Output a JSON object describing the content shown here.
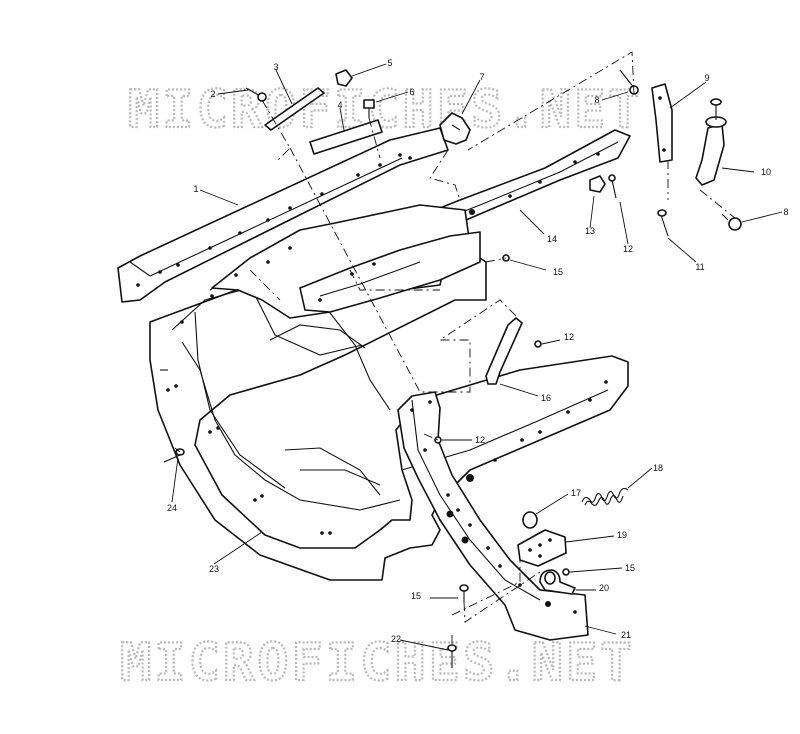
{
  "watermark": {
    "text": "MICROFICHES.NET"
  },
  "callouts": [
    {
      "id": "c1",
      "label": "1"
    },
    {
      "id": "c2",
      "label": "2"
    },
    {
      "id": "c3",
      "label": "3"
    },
    {
      "id": "c4",
      "label": "4"
    },
    {
      "id": "c5",
      "label": "5"
    },
    {
      "id": "c6",
      "label": "6"
    },
    {
      "id": "c7",
      "label": "7"
    },
    {
      "id": "c8a",
      "label": "8"
    },
    {
      "id": "c8b",
      "label": "8"
    },
    {
      "id": "c9",
      "label": "9"
    },
    {
      "id": "c10",
      "label": "10"
    },
    {
      "id": "c11",
      "label": "11"
    },
    {
      "id": "c12a",
      "label": "12"
    },
    {
      "id": "c12b",
      "label": "12"
    },
    {
      "id": "c12c",
      "label": "12"
    },
    {
      "id": "c13",
      "label": "13"
    },
    {
      "id": "c14",
      "label": "14"
    },
    {
      "id": "c15a",
      "label": "15"
    },
    {
      "id": "c15b",
      "label": "15"
    },
    {
      "id": "c15c",
      "label": "15"
    },
    {
      "id": "c16",
      "label": "16"
    },
    {
      "id": "c17",
      "label": "17"
    },
    {
      "id": "c18",
      "label": "18"
    },
    {
      "id": "c19",
      "label": "19"
    },
    {
      "id": "c20",
      "label": "20"
    },
    {
      "id": "c21",
      "label": "21"
    },
    {
      "id": "c22",
      "label": "22"
    },
    {
      "id": "c23",
      "label": "23"
    },
    {
      "id": "c24",
      "label": "24"
    }
  ]
}
